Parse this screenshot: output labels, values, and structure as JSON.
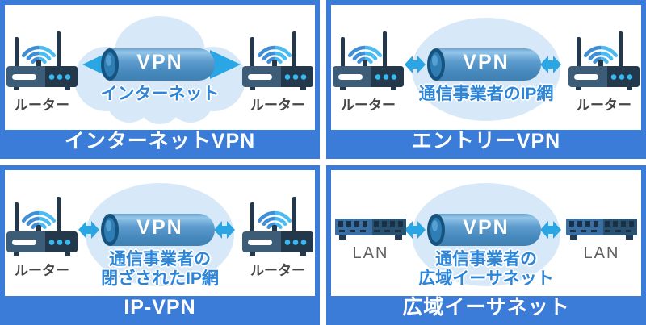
{
  "colors": {
    "panel_blue": "#3b7cd8",
    "cloud_fill": "#d7e9f8",
    "tube_main": "#4f93c8",
    "tube_highlight": "#94c6e8",
    "tube_cap_outer": "#16537f",
    "tube_cap_inner": "#2e7db5",
    "arrow_cyan": "#2aa6e4",
    "network_label_blue": "#2d85d8",
    "vpn_text": "#ffffff",
    "router_body_light": "#3d5c78",
    "router_body_dark": "#24384b",
    "wifi_left": "#3f8ed6",
    "wifi_right": "#4cbbf2",
    "switch_body_light": "#3a6fa3",
    "switch_body_dark": "#28526f",
    "device_label_dark": "#474747",
    "device_label_gray": "#5f5f5f"
  },
  "panels": [
    {
      "title": "インターネットVPN",
      "tube_label": "VPN",
      "network_label_line1": "インターネット",
      "network_label_line2": "",
      "device_type": "wifi-router",
      "device_label_left": "ルーター",
      "device_label_right": "ルーター",
      "cloud_shape": "bumpy-cloud",
      "arrow_style": "attached-to-tube"
    },
    {
      "title": "エントリーVPN",
      "tube_label": "VPN",
      "network_label_line1": "通信事業者のIP網",
      "network_label_line2": "",
      "device_type": "wifi-router",
      "device_label_left": "ルーター",
      "device_label_right": "ルーター",
      "cloud_shape": "ellipse",
      "arrow_style": "double-headed"
    },
    {
      "title": "IP-VPN",
      "tube_label": "VPN",
      "network_label_line1": "通信事業者の",
      "network_label_line2": "閉ざされたIP網",
      "device_type": "wifi-router",
      "device_label_left": "ルーター",
      "device_label_right": "ルーター",
      "cloud_shape": "ellipse",
      "arrow_style": "double-headed"
    },
    {
      "title": "広域イーサネット",
      "tube_label": "VPN",
      "network_label_line1": "通信事業者の",
      "network_label_line2": "広域イーサネット",
      "device_type": "lan-switch",
      "device_label_left": "LAN",
      "device_label_right": "LAN",
      "cloud_shape": "ellipse",
      "arrow_style": "double-headed"
    }
  ]
}
